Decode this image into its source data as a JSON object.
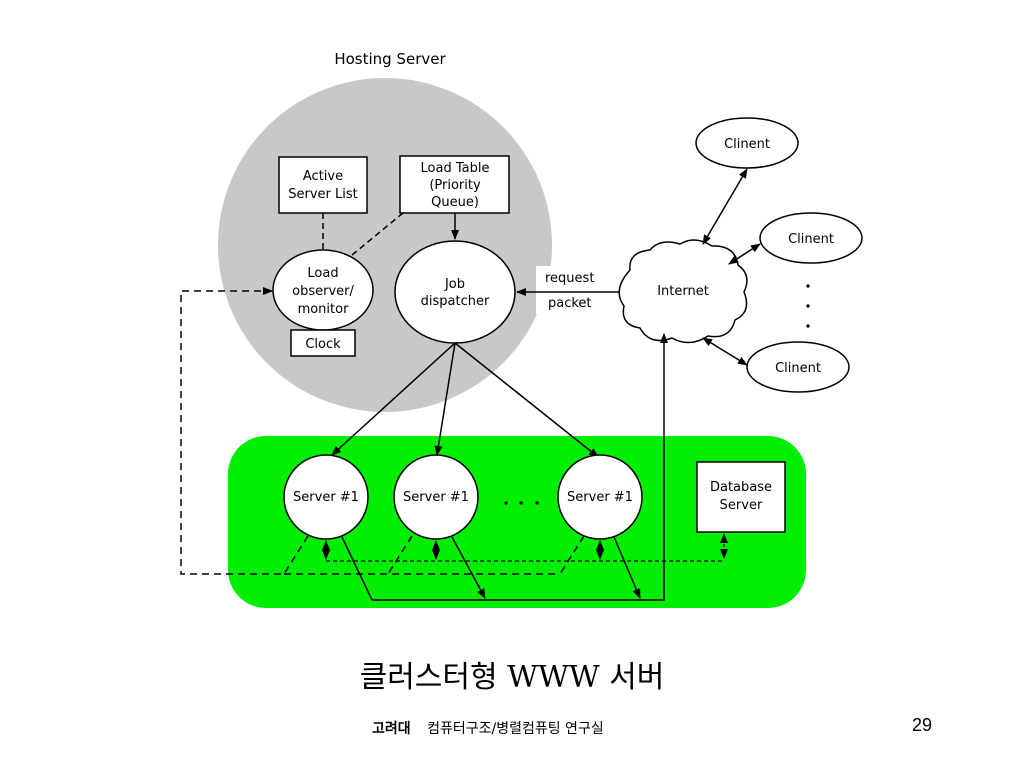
{
  "hosting_server": {
    "title": "Hosting Server",
    "active_server_list": [
      "Active",
      "Server List"
    ],
    "load_table": [
      "Load Table",
      "(Priority",
      "Queue)"
    ],
    "load_observer": [
      "Load",
      "observer/",
      "monitor"
    ],
    "clock": "Clock",
    "job_dispatcher": [
      "Job",
      "dispatcher"
    ]
  },
  "request_label": "request",
  "packet_label": "packet",
  "internet_label": "Internet",
  "clients": [
    "Clinent",
    "Clinent",
    "Clinent"
  ],
  "servers": [
    "Server #1",
    "Server #1",
    "Server #1"
  ],
  "database_server": [
    "Database",
    "Server"
  ],
  "caption": "클러스터형 WWW 서버",
  "footer": {
    "org": "고려대",
    "lab": "컴퓨터구조/병렬컴퓨팅 연구실"
  },
  "page_number": "29",
  "colors": {
    "hosting_region": "#c8c8c8",
    "server_region": "#00ee00"
  }
}
